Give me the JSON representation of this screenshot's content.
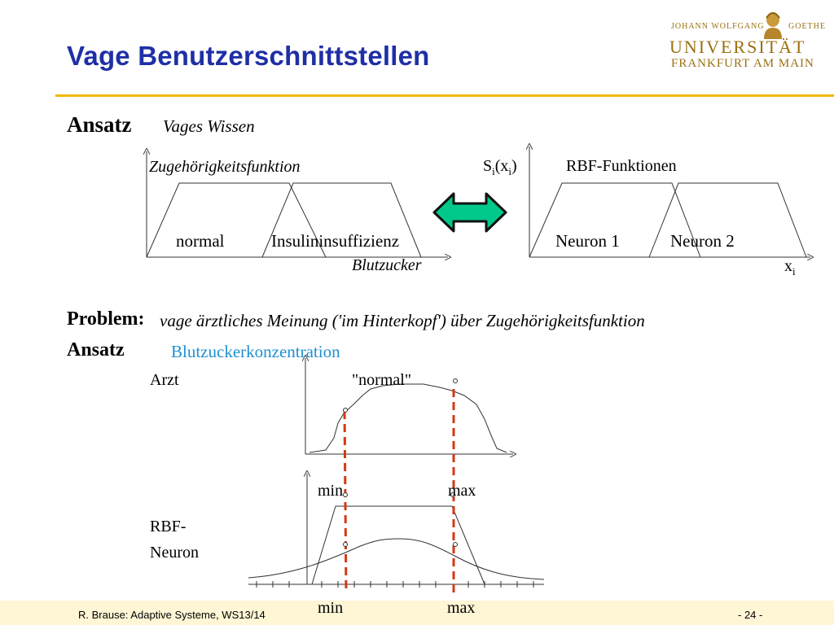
{
  "header": {
    "title": "Vage Benutzerschnittstellen",
    "logo": {
      "top_line_left": "JOHANN WOLFGANG",
      "top_line_right": "GOETHE",
      "main": "UNIVERSITÄT",
      "sub": "FRANKFURT AM MAIN",
      "color": "#9a7010"
    },
    "title_color": "#1f2fa6",
    "rule_color": "#f0b800"
  },
  "section1": {
    "heading": "Ansatz",
    "subheading": "Vages Wissen",
    "left_diagram": {
      "title": "Zugehörigkeitsfunktion",
      "label_left": "normal",
      "label_right": "Insulininsuffizienz",
      "x_label": "Blutzucker"
    },
    "connector_icon": "double-arrow-icon",
    "right_diagram": {
      "y_label": "Si(xi)",
      "title": "RBF-Funktionen",
      "label_left": "Neuron 1",
      "label_right": "Neuron 2",
      "x_label": "xi"
    }
  },
  "problem": {
    "label": "Problem:",
    "text": "vage ärztliches Meinung ('im Hinterkopf') über Zugehörigkeitsfunktion"
  },
  "section2": {
    "heading": "Ansatz",
    "subheading": "Blutzuckerkonzentration",
    "subheading_color": "#1e90d0",
    "upper_plot": {
      "row_label": "Arzt",
      "curve_label": "\"normal\""
    },
    "lower_plot": {
      "row_label_line1": "RBF-",
      "row_label_line2": "Neuron",
      "min_label_top": "min",
      "max_label_top": "max",
      "min_label_bottom": "min",
      "max_label_bottom": "max"
    },
    "marker_color": "#d23a14"
  },
  "footer": {
    "left": "R. Brause: Adaptive Systeme, WS13/14",
    "right": "- 24 -",
    "background": "#fff6d6"
  }
}
